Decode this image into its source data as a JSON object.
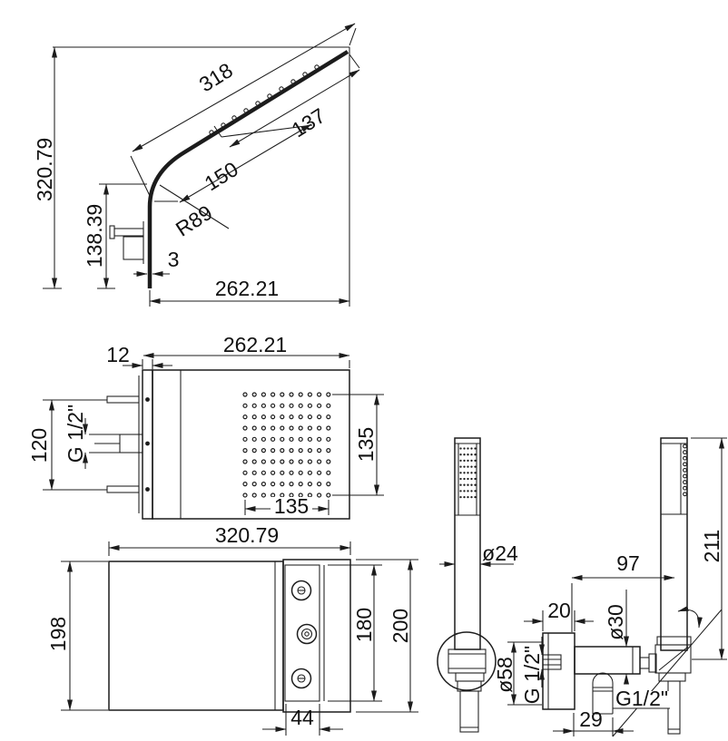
{
  "colors": {
    "background": "#ffffff",
    "line": "#1c1c1c",
    "text": "#111111"
  },
  "views": {
    "side_profile": {
      "dims": {
        "plate_length": "318",
        "spray_field_length": "137",
        "lower_length": "150",
        "bend_radius": "R89",
        "overall_height": "320.79",
        "lower_height": "138.39",
        "plate_thickness": "3",
        "projection": "262.21"
      }
    },
    "front_view": {
      "dims": {
        "overall_width": "262.21",
        "wall_plate_thickness": "12",
        "mount_pin_spacing": "120",
        "inlet_thread": "G 1/2\"",
        "spray_field_height": "135",
        "spray_field_width": "135"
      }
    },
    "top_view": {
      "dims": {
        "overall_length": "320.79",
        "body_width": "198",
        "jet_panel_length": "180",
        "head_width": "200",
        "jet_panel_width": "44"
      }
    },
    "hand_shower_front": {
      "dims": {
        "wand_diameter": "ø24"
      }
    },
    "hand_shower_side": {
      "dims": {
        "wand_length": "211",
        "wall_clearance": "97",
        "flange_depth": "20",
        "body_diameter": "ø30",
        "flange_diameter": "ø58",
        "wall_thread": "G 1/2\"",
        "hose_thread": "G1/2\"",
        "outlet_offset": "29"
      }
    }
  }
}
